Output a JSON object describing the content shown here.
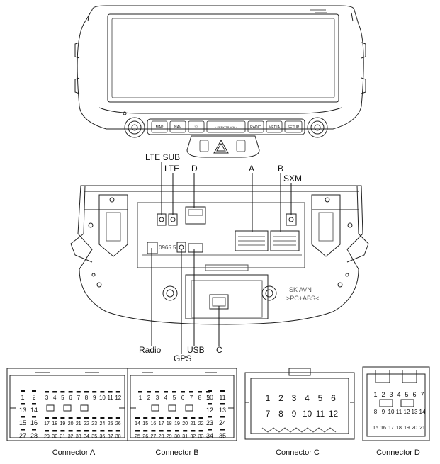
{
  "head_unit": {
    "buttons": [
      "MAP",
      "NAV",
      "☆",
      "< SEEK/TRACK >",
      "RADIO",
      "MEDIA",
      "SETUP"
    ]
  },
  "callouts": {
    "lte_sub": "LTE SUB",
    "lte": "LTE",
    "d": "D",
    "a": "A",
    "b": "B",
    "sxm": "SXM",
    "radio": "Radio",
    "gps": "GPS",
    "usb": "USB",
    "c": "C"
  },
  "rear_panel": {
    "stamp_line1": "SK AVN",
    "stamp_line2": ">PC+ABS<",
    "part_no": "0965 5"
  },
  "connector_a": {
    "caption": "Connector A",
    "left_col": [
      "1",
      "13",
      "15",
      "27"
    ],
    "left_col2": [
      "2",
      "14",
      "16",
      "28"
    ],
    "row_top": [
      "3",
      "4",
      "5",
      "6",
      "7",
      "8",
      "9",
      "10",
      "11",
      "12"
    ],
    "row_mid": [
      "17",
      "18",
      "19",
      "20",
      "21",
      "22",
      "23",
      "24",
      "25",
      "26"
    ],
    "row_bot": [
      "29",
      "30",
      "31",
      "32",
      "33",
      "34",
      "35",
      "36",
      "37",
      "38"
    ]
  },
  "connector_b": {
    "caption": "Connector B",
    "row_top": [
      "1",
      "2",
      "3",
      "4",
      "5",
      "6",
      "7",
      "8",
      "9"
    ],
    "row_mid": [
      "14",
      "15",
      "16",
      "17",
      "18",
      "19",
      "20",
      "21",
      "22"
    ],
    "row_bot": [
      "25",
      "26",
      "27",
      "28",
      "29",
      "30",
      "31",
      "32",
      "33"
    ],
    "right_col": [
      "10",
      "12",
      "23",
      "34"
    ],
    "right_col2": [
      "11",
      "13",
      "24",
      "35"
    ]
  },
  "connector_c": {
    "caption": "Connector C",
    "row_top": [
      "1",
      "2",
      "3",
      "4",
      "5",
      "6"
    ],
    "row_bot": [
      "7",
      "8",
      "9",
      "10",
      "11",
      "12"
    ]
  },
  "connector_d": {
    "caption": "Connector D",
    "row_top": [
      "1",
      "2",
      "3",
      "4",
      "5",
      "6",
      "7"
    ],
    "row_mid": [
      "8",
      "9",
      "10",
      "11",
      "12",
      "13",
      "14"
    ],
    "row_bot": [
      "15",
      "16",
      "17",
      "18",
      "19",
      "20",
      "21"
    ]
  }
}
